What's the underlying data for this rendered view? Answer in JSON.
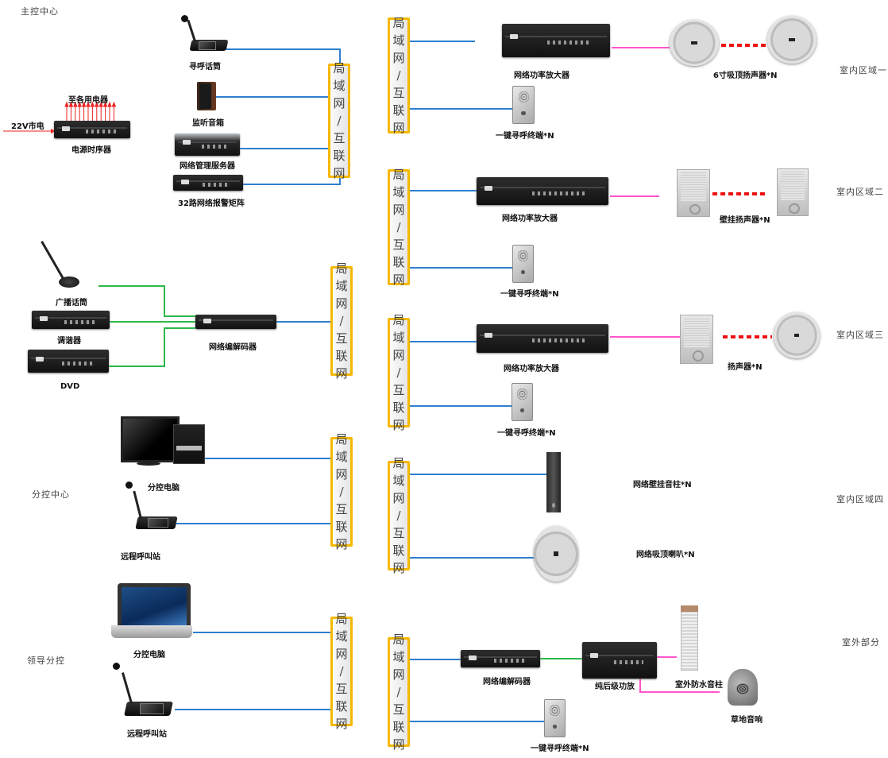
{
  "colors": {
    "network_line": "#2f7fd0",
    "audio_line": "#2db84a",
    "speaker_line": "#ff55cc",
    "speaker_chain": "#ee1111",
    "power_arrow": "#ee2222",
    "network_box_border": "#f5b800"
  },
  "network_box": {
    "chars": [
      "局",
      "域",
      "网",
      "/",
      "互",
      "联",
      "网"
    ]
  },
  "zones": {
    "main_control": "主控中心",
    "sub_control": "分控中心",
    "leader_control": "领导分控",
    "indoor_1": "室内区域一",
    "indoor_2": "室内区域二",
    "indoor_3": "室内区域三",
    "indoor_4": "室内区域四",
    "outdoor": "室外部分"
  },
  "main_control": {
    "power_input": "22V市电",
    "power_output": "至各用电器",
    "power_sequencer": "电源时序器",
    "paging_mic": "寻呼话筒",
    "monitor_speaker": "监听音箱",
    "management_server": "网络管理服务器",
    "alarm_matrix": "32路网络报警矩阵"
  },
  "audio_sources": {
    "broadcast_mic": "广播话筒",
    "tuner": "调谐器",
    "dvd": "DVD",
    "encoder": "网络编解码器"
  },
  "sub_control": {
    "pc": "分控电脑",
    "remote_station": "远程呼叫站"
  },
  "leader_control": {
    "laptop": "分控电脑",
    "remote_station": "远程呼叫站"
  },
  "indoor_1": {
    "amplifier": "网络功率放大器",
    "speakers": "6寸吸顶扬声器*N",
    "terminal": "一键寻呼终端*N"
  },
  "indoor_2": {
    "amplifier": "网络功率放大器",
    "speakers": "壁挂扬声器*N",
    "terminal": "一键寻呼终端*N"
  },
  "indoor_3": {
    "amplifier": "网络功率放大器",
    "speakers": "扬声器*N",
    "terminal": "一键寻呼终端*N"
  },
  "indoor_4": {
    "column_speaker": "网络壁挂音柱*N",
    "ceiling_speaker": "网络吸顶喇叭*N"
  },
  "outdoor": {
    "decoder": "网络编解码器",
    "power_amp": "纯后级功放",
    "waterproof_column": "室外防水音柱",
    "lawn_speaker": "草地音响",
    "terminal": "一键寻呼终端*N"
  }
}
